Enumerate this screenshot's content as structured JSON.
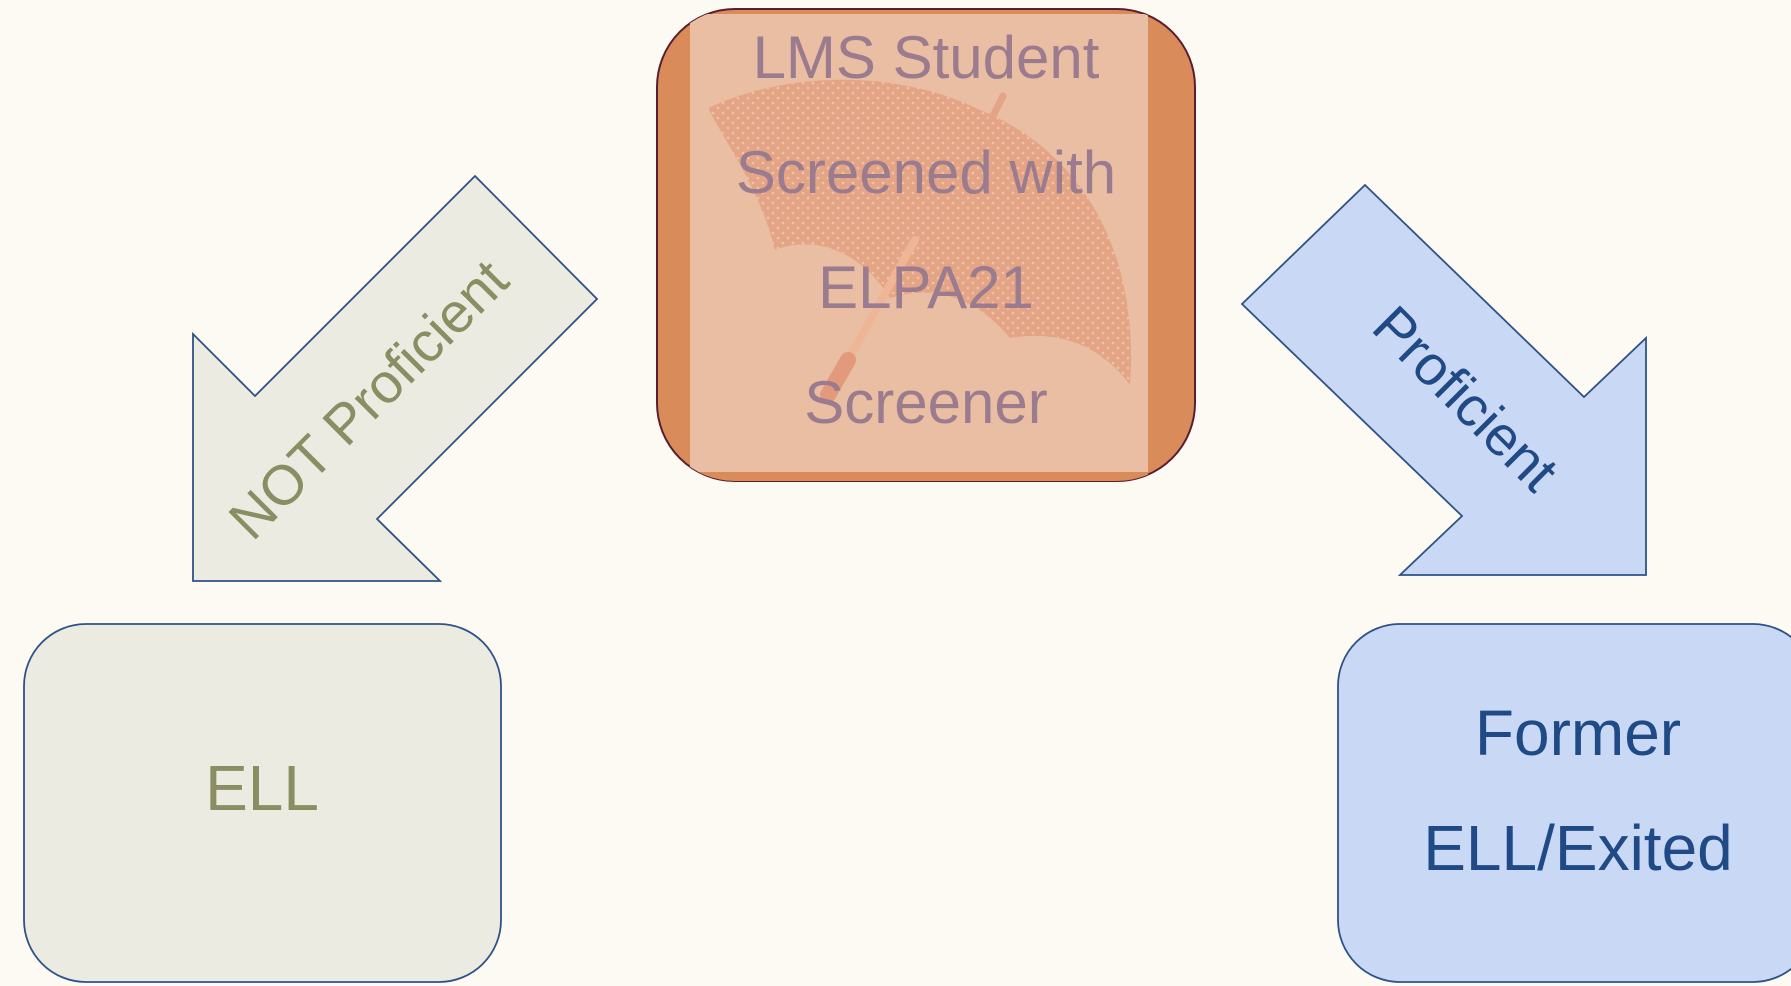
{
  "colors": {
    "background": "#fdfaf3",
    "center_box_fill": "#e9bea2",
    "center_box_band": "#d98b5a",
    "center_box_text": "#9b7b8e",
    "left_fill": "#ecebe2",
    "left_text": "#8a8e62",
    "right_fill": "#c8d8f5",
    "right_text": "#1f4a85",
    "stroke": "#2e5287"
  },
  "center_box": {
    "lines": [
      "LMS Student",
      "Screened with",
      "ELPA21",
      "Screener"
    ],
    "watermark_icon": "umbrella-icon"
  },
  "left_arrow": {
    "label": "NOT Proficient"
  },
  "right_arrow": {
    "label": "Proficient"
  },
  "left_box": {
    "lines": [
      "ELL"
    ]
  },
  "right_box": {
    "lines": [
      "Former",
      "ELL/Exited"
    ]
  }
}
